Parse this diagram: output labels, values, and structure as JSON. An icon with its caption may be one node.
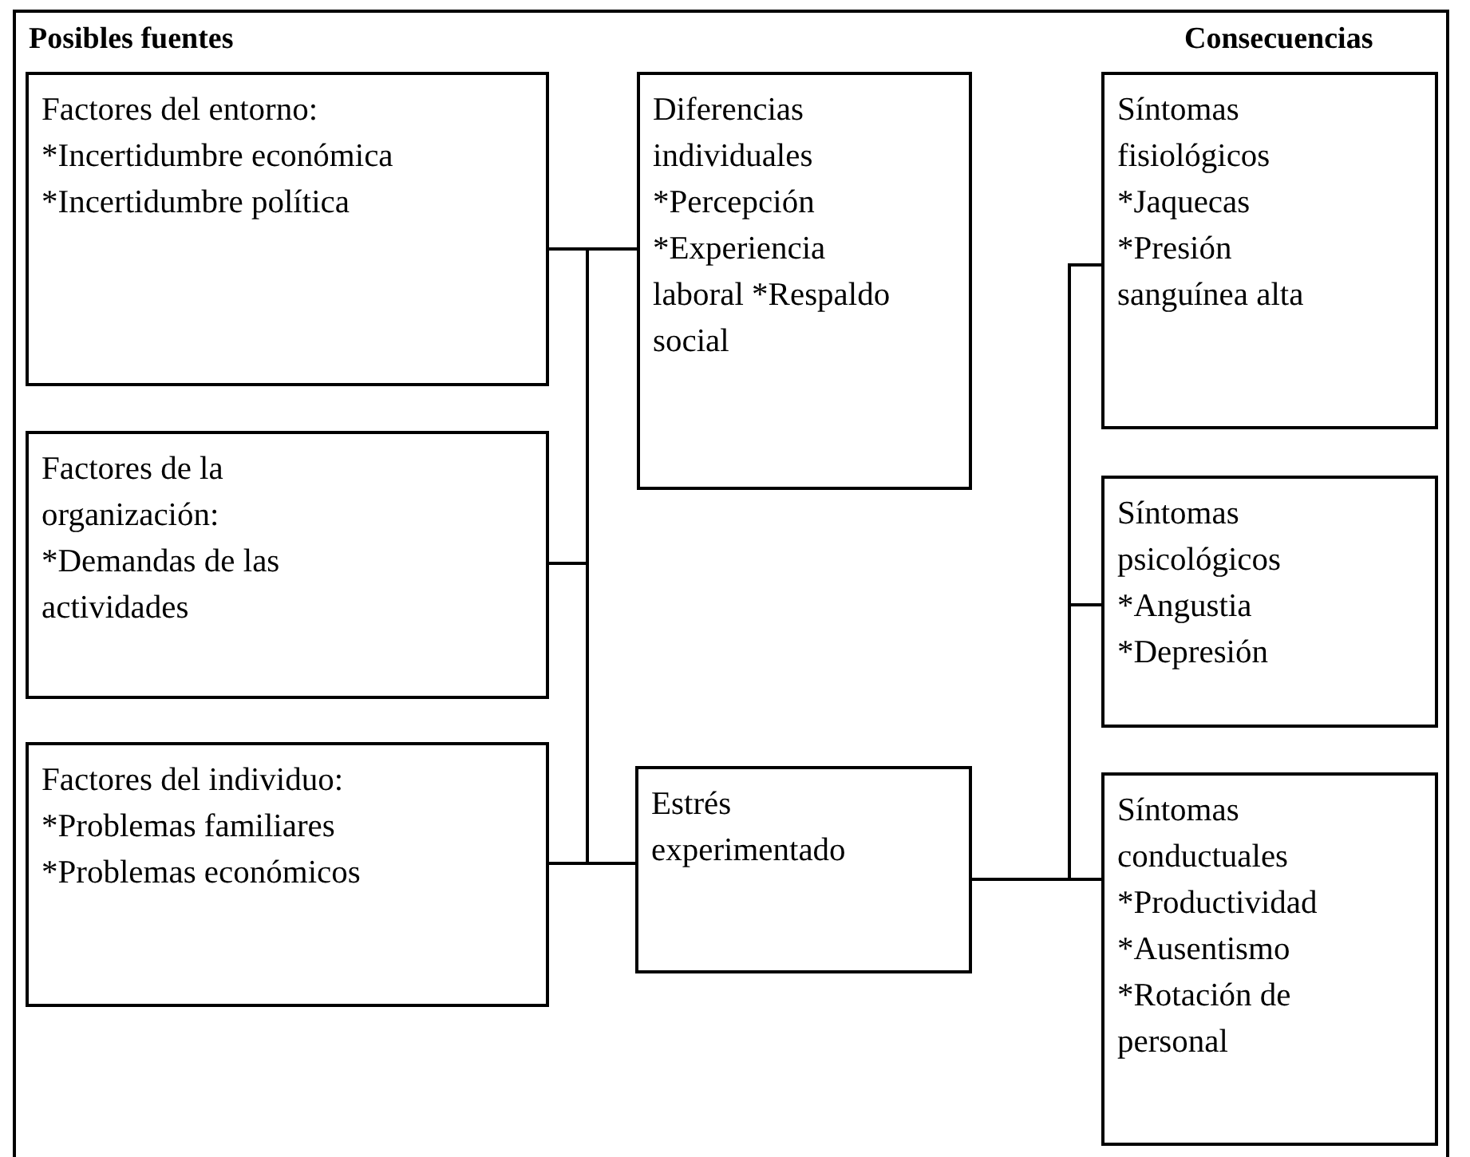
{
  "diagram": {
    "nodes": [
      {
        "text": [
          "Factores del entorno: *Incertidumbre económica *Incertidumbre política"
        ]
      },
      {
        "text": [
          "Factores de la organización: *Demandas de las actividades"
        ]
      },
      {
        "text": [
          "Factores del individuo: *Problemas familiares *Problemas económicos"
        ]
      },
      {
        "text": [
          "Diferencias individuales *Percepción *Experiencia laboral *Respaldo social"
        ]
      },
      {
        "text": [
          "Estrés experimentado"
        ]
      },
      {
        "text": [
          "Síntomas fisiológicos *Jaquecas *Presión sanguínea alta"
        ]
      },
      {
        "text": [
          "Síntomas psicológicos *Angustia *Depresión"
        ]
      },
      {
        "text": [
          "Síntomas conductuales *Productividad *Ausentismo *Rotación de personal"
        ]
      }
    ],
    "edges": [
      {
        "from": 0,
        "to": 4,
        "arrow": "none"
      },
      {
        "from": 1,
        "to": 4,
        "arrow": "none"
      },
      {
        "from": 2,
        "to": 4,
        "arrow": "none"
      },
      {
        "from": 3,
        "to": 4,
        "arrow": "none"
      },
      {
        "from": 4,
        "to": 5,
        "arrow": "none"
      },
      {
        "from": 4,
        "to": 6,
        "arrow": "none"
      },
      {
        "from": 4,
        "to": 7,
        "arrow": "none"
      }
    ],
    "labels": [
      "Posibles fuentes",
      "Consecuencias"
    ]
  }
}
